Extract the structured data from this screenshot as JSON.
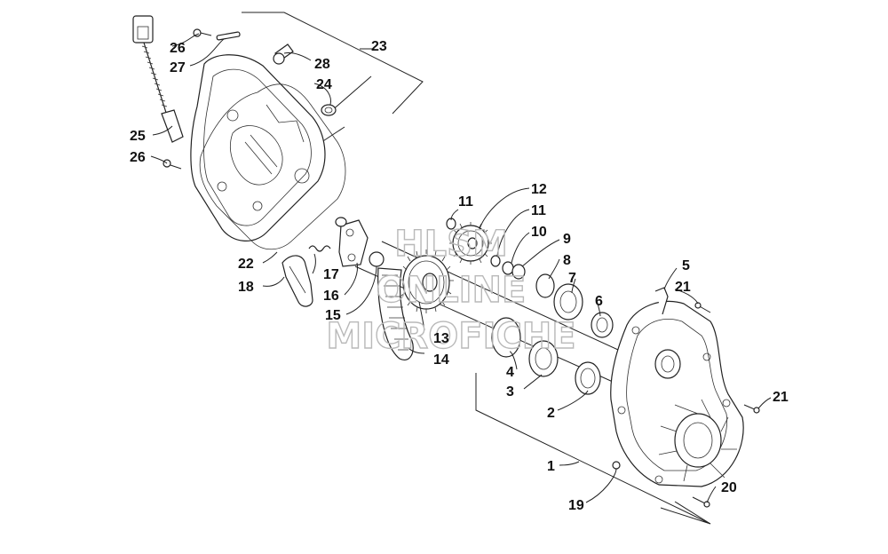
{
  "watermark": {
    "line1": "HLSM",
    "line2": "ONLINE",
    "line3": "MICROFICHE"
  },
  "callouts": [
    {
      "id": "c23",
      "text": "23"
    },
    {
      "id": "c26a",
      "text": "26"
    },
    {
      "id": "c27",
      "text": "27"
    },
    {
      "id": "c28",
      "text": "28"
    },
    {
      "id": "c24",
      "text": "24"
    },
    {
      "id": "c25",
      "text": "25"
    },
    {
      "id": "c26b",
      "text": "26"
    },
    {
      "id": "c22",
      "text": "22"
    },
    {
      "id": "c18",
      "text": "18"
    },
    {
      "id": "c17",
      "text": "17"
    },
    {
      "id": "c16",
      "text": "16"
    },
    {
      "id": "c15",
      "text": "15"
    },
    {
      "id": "c11a",
      "text": "11"
    },
    {
      "id": "c12",
      "text": "12"
    },
    {
      "id": "c11b",
      "text": "11"
    },
    {
      "id": "c10",
      "text": "10"
    },
    {
      "id": "c9",
      "text": "9"
    },
    {
      "id": "c8",
      "text": "8"
    },
    {
      "id": "c7",
      "text": "7"
    },
    {
      "id": "c6",
      "text": "6"
    },
    {
      "id": "c5",
      "text": "5"
    },
    {
      "id": "c21a",
      "text": "21"
    },
    {
      "id": "c13",
      "text": "13"
    },
    {
      "id": "c14",
      "text": "14"
    },
    {
      "id": "c4",
      "text": "4"
    },
    {
      "id": "c3",
      "text": "3"
    },
    {
      "id": "c2",
      "text": "2"
    },
    {
      "id": "c21b",
      "text": "21"
    },
    {
      "id": "c1",
      "text": "1"
    },
    {
      "id": "c20",
      "text": "20"
    },
    {
      "id": "c19",
      "text": "19"
    }
  ]
}
